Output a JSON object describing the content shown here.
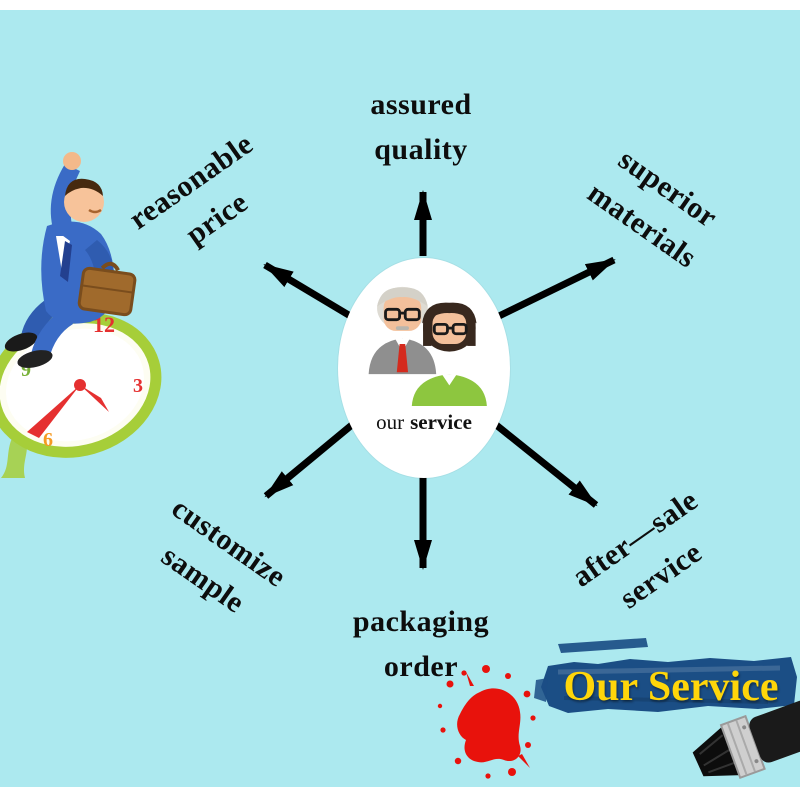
{
  "page": {
    "background": "#ace9ef",
    "margin_color": "#ffffff"
  },
  "center": {
    "word1": "our",
    "word2": "service"
  },
  "services": [
    {
      "id": "assured-quality",
      "lines": [
        "assured",
        "quality"
      ]
    },
    {
      "id": "superior-materials",
      "lines": [
        "superior",
        "materials"
      ]
    },
    {
      "id": "after-sale-service",
      "lines": [
        "after—sale",
        "service"
      ]
    },
    {
      "id": "packaging-order",
      "lines": [
        "packaging",
        "order"
      ]
    },
    {
      "id": "customize-sample",
      "lines": [
        "customize",
        "sample"
      ]
    },
    {
      "id": "reasonable-price",
      "lines": [
        "reasonable",
        "price"
      ]
    }
  ],
  "banner": {
    "label": "Our Service",
    "background": "#1b4e85",
    "color": "#ffd60a"
  },
  "illustration": {
    "clock_numbers": {
      "twelve": "12",
      "three": "3",
      "six": "6",
      "nine": "9"
    },
    "suit_color": "#3a6bc6",
    "clock_rim_color": "#a6ce39",
    "briefcase_color": "#a06a2c"
  },
  "colors": {
    "text": "#0d0d0d",
    "arrow": "#000000",
    "splatter_red": "#e8120c",
    "woman_green": "#8dc63f",
    "tie_red": "#d42a1d",
    "man_suit_gray": "#8f8f8f"
  }
}
